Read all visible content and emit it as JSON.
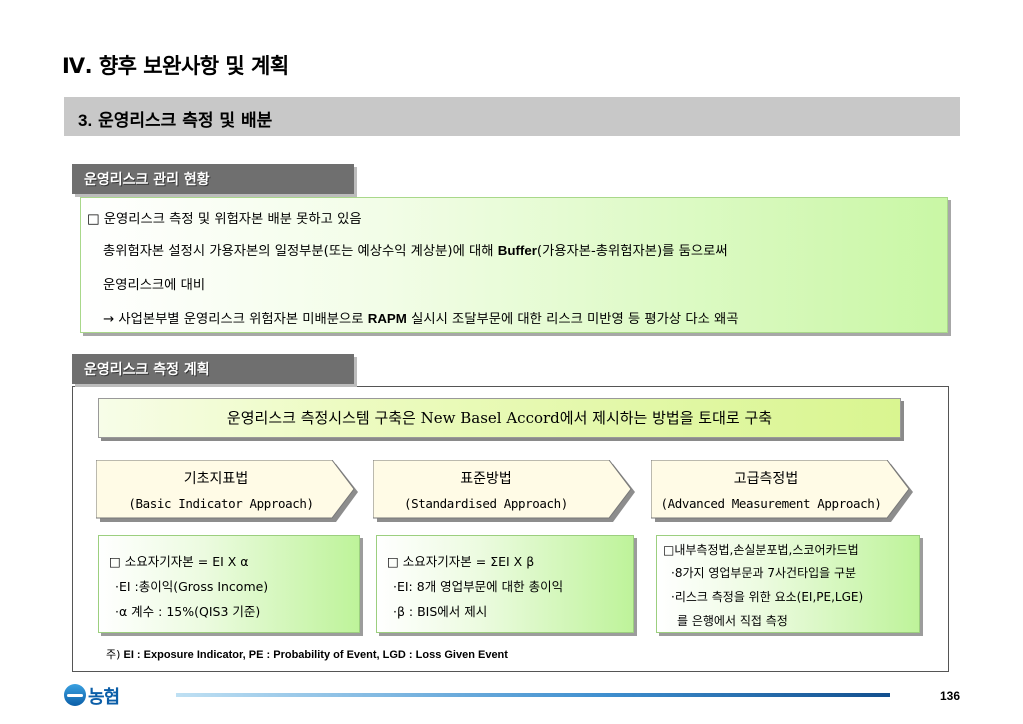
{
  "slide": {
    "title": "Ⅳ. 향후 보완사항 및 계획",
    "section_number": "3.",
    "section_title": " 운영리스크 측정 및 배분"
  },
  "current_status": {
    "tab_label": "운영리스크 관리 현황",
    "bullet": "□ 운영리스크 측정 및 위험자본 배분 못하고 있음",
    "line2_a": "총위험자본 설정시 가용자본의 일정부분(또는 예상수익 계상분)에 대해 ",
    "line2_bold": "Buffer",
    "line2_b": "(가용자본-총위험자본)를 둠으로써",
    "line3": "운영리스크에 대비",
    "line4_a": "→ 사업본부별  운영리스크 위험자본 미배분으로 ",
    "line4_bold": "RAPM",
    "line4_b": " 실시시 조달부문에 대한 리스크 미반영 등 평가상 다소 왜곡"
  },
  "plan": {
    "tab_label": "운영리스크 측정 계획",
    "banner": "운영리스크 측정시스템 구축은 New Basel Accord에서 제시하는 방법을 토대로 구축",
    "approaches": [
      {
        "name": "기초지표법",
        "english": "(Basic Indicator Approach)",
        "lines": [
          "□  소요자기자본 = EI X α",
          "·EI :총이익(Gross Income)",
          "·α 계수 : 15%(QIS3 기준)"
        ]
      },
      {
        "name": "표준방법",
        "english": "(Standardised Approach)",
        "lines": [
          "□  소요자기자본 = ΣEI X β",
          "·EI: 8개 영업부문에 대한 총이익",
          "·β : BIS에서 제시"
        ]
      },
      {
        "name": "고급측정법",
        "english": "(Advanced Measurement Approach)",
        "lines": [
          "□내부측정법,손실분포법,스코어카드법",
          "·8가지 영업부문과 7사건타입을 구분",
          "·리스크 측정을 위한 요소(EI,PE,LGE)",
          "를 은행에서 직접 측정"
        ]
      }
    ],
    "footnote_prefix": "주)",
    "footnote": " EI : Exposure Indicator, PE : Probability of Event, LGD : Loss Given Event"
  },
  "footer": {
    "logo_text": "농협",
    "page_number": "136"
  },
  "colors": {
    "tab_bg": "#6f6f6f",
    "subtitle_bar": "#c8c8c8",
    "green_light": "#c9f7a5",
    "banner_yellow_green": "#d9f590",
    "footer_blue": "#124f8e"
  }
}
